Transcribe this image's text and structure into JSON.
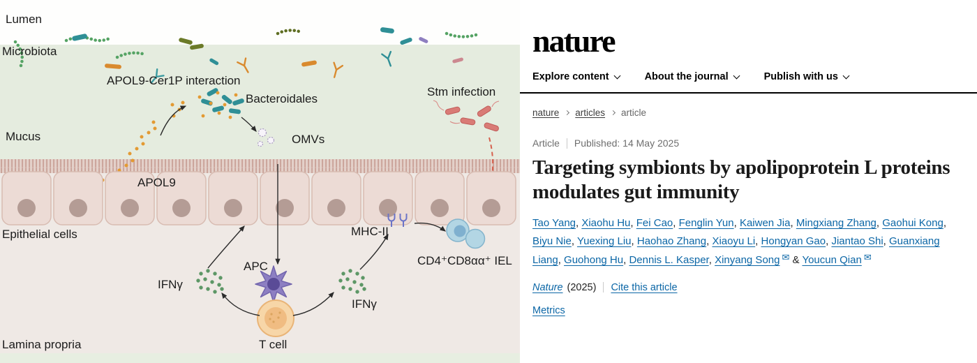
{
  "colors": {
    "link_blue": "#0b66a6",
    "mucus_green": "#e5ecdf",
    "lamina_pink": "#efe9e5",
    "epithelial_cell_fill": "#ecdbd5",
    "apol9_orange": "#e39a33",
    "bacteroidales_teal": "#2f8f96",
    "stm_red": "#d6604d",
    "ifng_green": "#5d9766"
  },
  "figure": {
    "labels": {
      "lumen": "Lumen",
      "microbiota": "Microbiota",
      "apol9_interaction": "APOL9-Cer1P interaction",
      "bacteroidales": "Bacteroidales",
      "stm_infection": "Stm infection",
      "mucus": "Mucus",
      "omvs": "OMVs",
      "apol9": "APOL9",
      "epithelial_cells": "Epithelial cells",
      "mhc2": "MHC-II",
      "iel": "CD4⁺CD8αα⁺ IEL",
      "apc": "APC",
      "ifng_left": "IFNγ",
      "ifng_right": "IFNγ",
      "t_cell": "T cell",
      "lamina_propria": "Lamina propria"
    }
  },
  "article": {
    "logo": "nature",
    "nav": [
      {
        "label": "Explore content"
      },
      {
        "label": "About the journal"
      },
      {
        "label": "Publish with us"
      }
    ],
    "breadcrumb": {
      "home": "nature",
      "section": "articles",
      "current": "article"
    },
    "meta": {
      "type": "Article",
      "published": "Published: 14 May 2025"
    },
    "title": "Targeting symbionts by apolipoprotein L proteins modulates gut immunity",
    "authors": [
      {
        "name": "Tao Yang",
        "env": false,
        "sep": ", "
      },
      {
        "name": "Xiaohu Hu",
        "env": false,
        "sep": ", "
      },
      {
        "name": "Fei Cao",
        "env": false,
        "sep": ", "
      },
      {
        "name": "Fenglin Yun",
        "env": false,
        "sep": ", "
      },
      {
        "name": "Kaiwen Jia",
        "env": false,
        "sep": ", "
      },
      {
        "name": "Mingxiang Zhang",
        "env": false,
        "sep": ", "
      },
      {
        "name": "Gaohui Kong",
        "env": false,
        "sep": ", "
      },
      {
        "name": "Biyu Nie",
        "env": false,
        "sep": ", "
      },
      {
        "name": "Yuexing Liu",
        "env": false,
        "sep": ", "
      },
      {
        "name": "Haohao Zhang",
        "env": false,
        "sep": ", "
      },
      {
        "name": "Xiaoyu Li",
        "env": false,
        "sep": ", "
      },
      {
        "name": "Hongyan Gao",
        "env": false,
        "sep": ", "
      },
      {
        "name": "Jiantao Shi",
        "env": false,
        "sep": ", "
      },
      {
        "name": "Guanxiang Liang",
        "env": false,
        "sep": ", "
      },
      {
        "name": "Guohong Hu",
        "env": false,
        "sep": ", "
      },
      {
        "name": "Dennis L. Kasper",
        "env": false,
        "sep": ", "
      },
      {
        "name": "Xinyang Song",
        "env": true,
        "sep": " & "
      },
      {
        "name": "Youcun Qian",
        "env": true,
        "sep": ""
      }
    ],
    "citation": {
      "journal": "Nature",
      "year": "(2025)",
      "cite_link": "Cite this article"
    },
    "metrics_link": "Metrics"
  }
}
